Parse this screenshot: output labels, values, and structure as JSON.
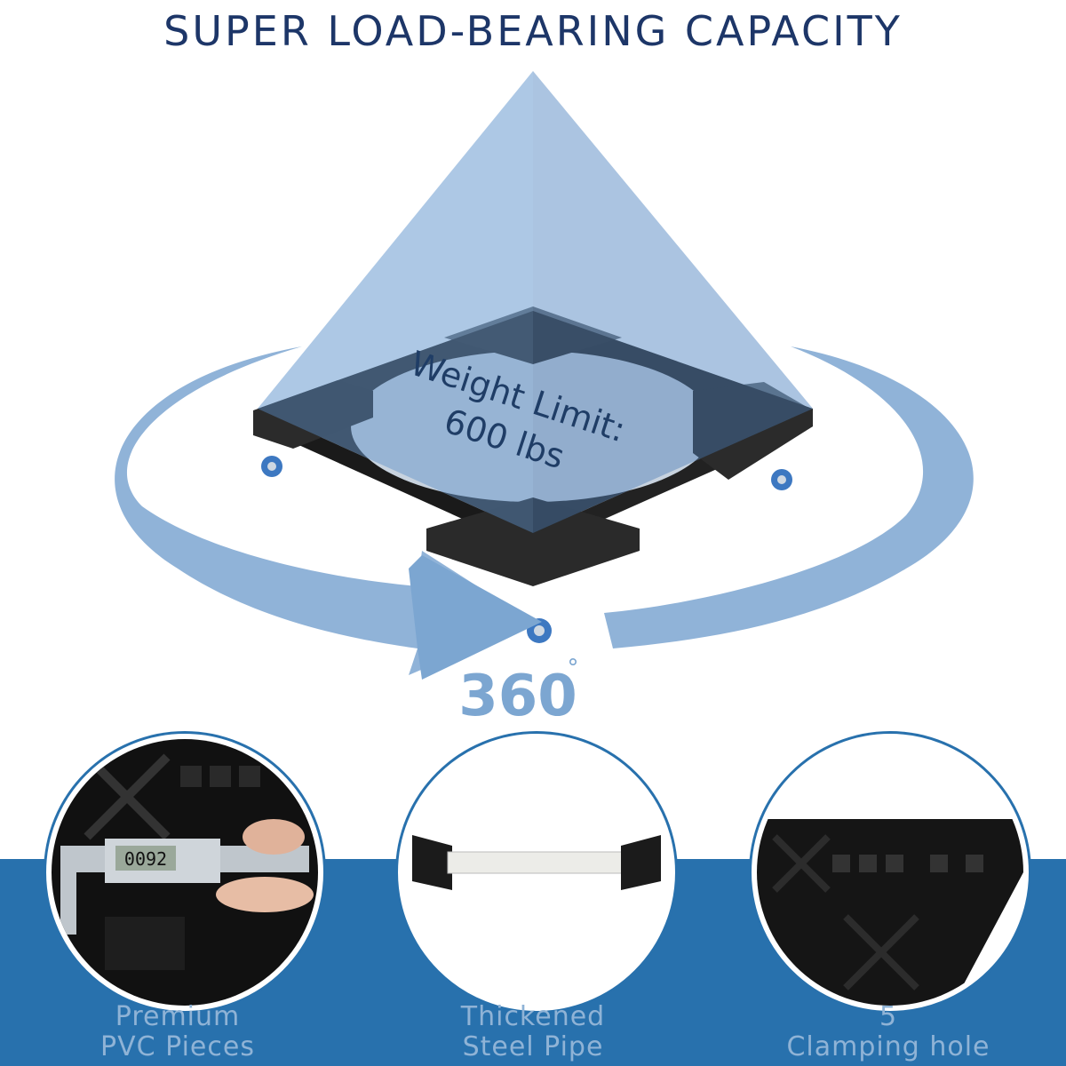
{
  "headline": "SUPER LOAD-BEARING CAPACITY",
  "hero": {
    "weight_line1": "Weight Limit:",
    "weight_line2": "600 lbs",
    "rotation_value": "360",
    "rotation_unit": "°"
  },
  "features": [
    {
      "line1": "Premium",
      "line2": "PVC Pieces",
      "icon": "pvc-piece-photo"
    },
    {
      "line1": "Thickened",
      "line2": "Steel Pipe",
      "icon": "steel-pipe-photo"
    },
    {
      "line1": "5",
      "line2": "Clamping hole",
      "icon": "clamping-hole-photo"
    }
  ],
  "caliper": {
    "reading": "0092"
  },
  "colors": {
    "headline": "#1d3668",
    "band": "#2871ad",
    "arrow": "#7ca6d1",
    "caption": "#8fb3d6",
    "pyramid": "#5c8fc7"
  }
}
